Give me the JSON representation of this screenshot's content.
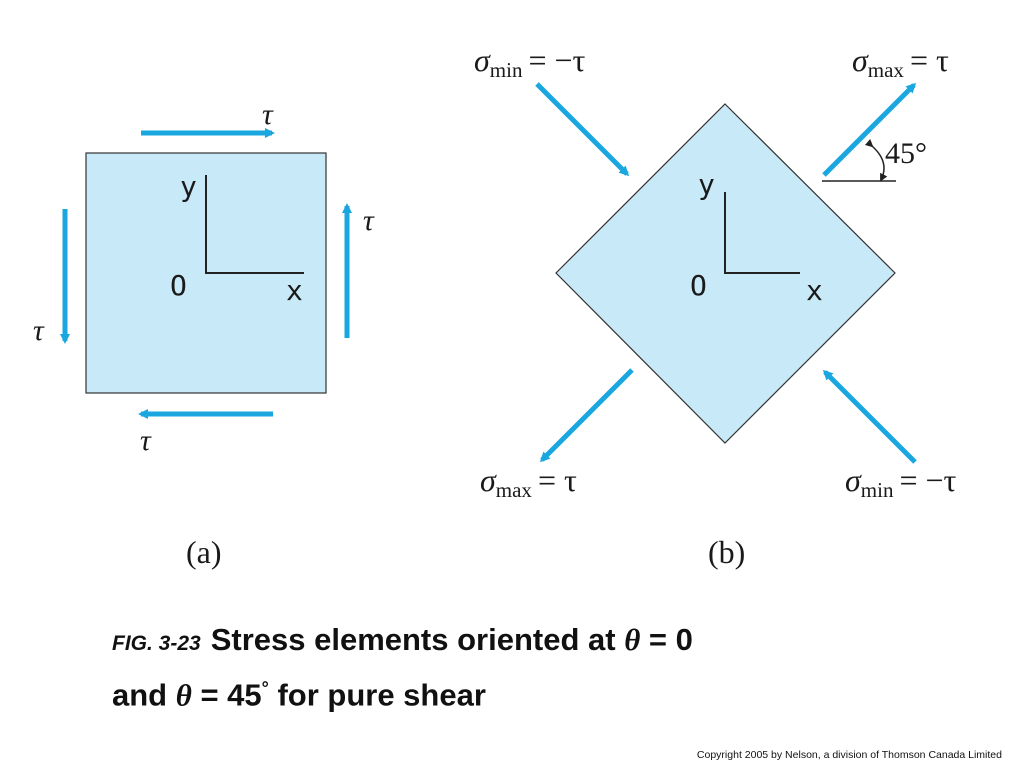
{
  "colors": {
    "element_fill": "#c8e9f8",
    "arrow": "#1aa7e0",
    "outline": "#333333"
  },
  "panel_a": {
    "label": "(a)",
    "y_axis": "y",
    "x_axis": "x",
    "origin": "O",
    "tau_top": "τ",
    "tau_right": "τ",
    "tau_left": "τ",
    "tau_bottom": "τ"
  },
  "panel_b": {
    "label": "(b)",
    "y_axis": "y",
    "x_axis": "x",
    "origin": "O",
    "angle_label": "45°",
    "sigma_symbol": "σ",
    "sub_min": "min",
    "sub_max": "max",
    "rhs_min": "= −τ",
    "rhs_max": "= τ"
  },
  "caption": {
    "fig": "FIG. 3-23",
    "line1_pre": "Stress elements oriented at ",
    "theta": "θ",
    "line1_post": " = 0",
    "line2_pre": "and ",
    "line2_post": " = 45",
    "degree": "°",
    "line2_end": " for pure shear"
  },
  "copyright": "Copyright 2005 by Nelson, a division of Thomson Canada Limited"
}
